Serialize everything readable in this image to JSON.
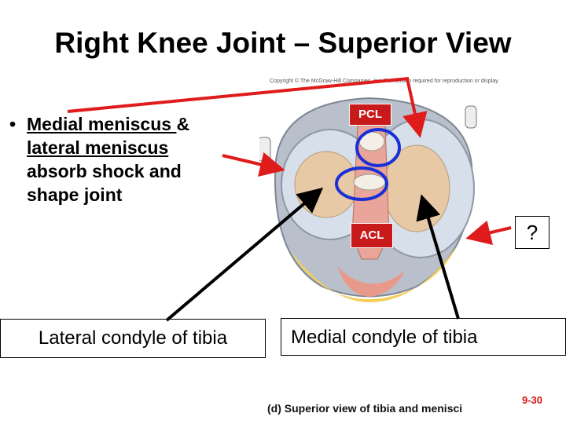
{
  "slide": {
    "title": "Right Knee Joint – Superior View",
    "bullet_marker": "•",
    "bullet_line1": "Medial meniscus ",
    "bullet_amp": "&",
    "bullet_line2": "lateral meniscus",
    "bullet_line3": "absorb shock and",
    "bullet_line4": "shape joint",
    "pcl_label": "PCL",
    "acl_label": "ACL",
    "question_label": "?",
    "lateral_box": "Lateral condyle of tibia",
    "medial_box": "Medial condyle of tibia",
    "copyright": "Copyright © The McGraw-Hill Companies, Inc. Permission required for reproduction or display.",
    "caption": "(d)  Superior view of tibia and menisci",
    "page_number": "9-30"
  },
  "colors": {
    "arrow_red": "#e01b1b",
    "circle_blue": "#1a2fd6",
    "meniscus": "#cdd8e6",
    "condyle": "#e8c9a6",
    "fat": "#f2cf5a"
  }
}
